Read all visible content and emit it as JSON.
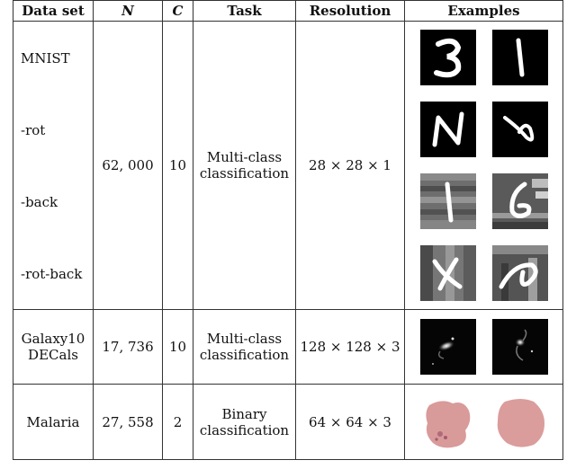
{
  "table": {
    "headers": [
      "Data set",
      "N",
      "C",
      "Task",
      "Resolution",
      "Examples"
    ],
    "rows": [
      {
        "names": [
          "MNIST",
          "-rot",
          "-back",
          "-rot-back"
        ],
        "n": "62, 000",
        "c": "10",
        "task": [
          "Multi-class",
          "classification"
        ],
        "resolution": "28 × 28 × 1"
      },
      {
        "names": [
          "Galaxy10",
          "DECals"
        ],
        "n": "17, 736",
        "c": "10",
        "task": [
          "Multi-class",
          "classification"
        ],
        "resolution": "128 × 128 × 3"
      },
      {
        "names": [
          "Malaria"
        ],
        "n": "27, 558",
        "c": "2",
        "task": [
          "Binary",
          "classification"
        ],
        "resolution": "64 × 64 × 3"
      }
    ]
  }
}
